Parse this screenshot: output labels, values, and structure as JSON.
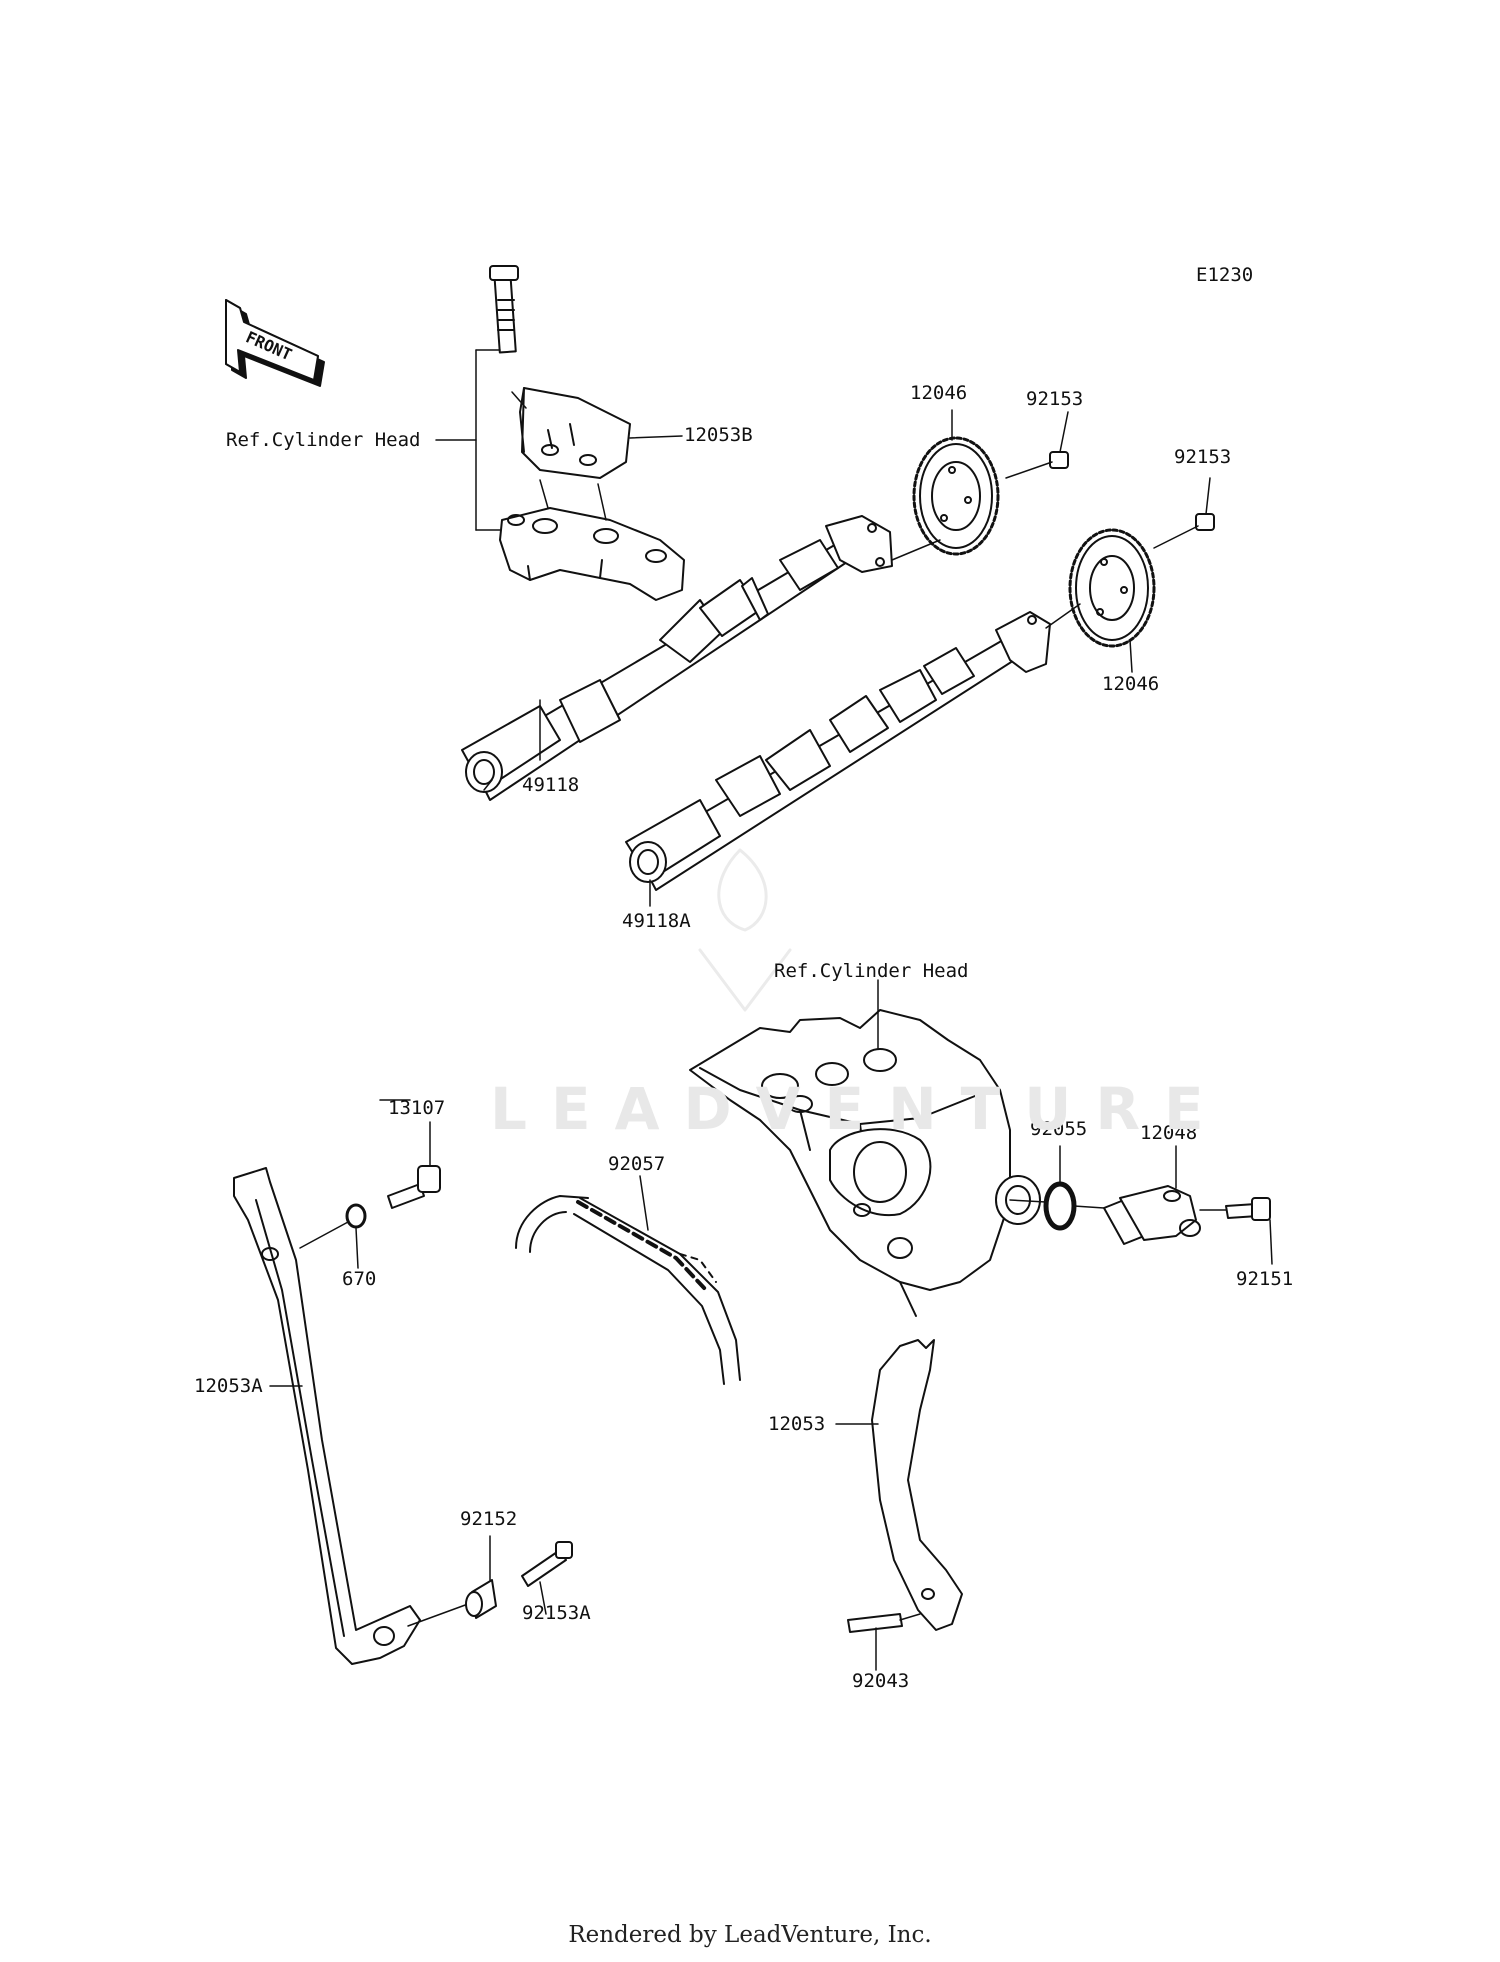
{
  "diagram_code": "E1230",
  "front_label": "FRONT",
  "watermark": "LEADVENTURE",
  "footer": "Rendered by LeadVenture, Inc.",
  "labels": {
    "ref_head_top": "Ref.Cylinder Head",
    "ref_head_mid": "Ref.Cylinder Head",
    "p12053B": "12053B",
    "p12046_top": "12046",
    "p92153_a": "92153",
    "p92153_b": "92153",
    "p12046_bottom": "12046",
    "p49118": "49118",
    "p49118A": "49118A",
    "p13107": "13107",
    "p670": "670",
    "p92057": "92057",
    "p92055": "92055",
    "p12048": "12048",
    "p92151": "92151",
    "p12053A": "12053A",
    "p12053": "12053",
    "p92152": "92152",
    "p92153A": "92153A",
    "p92043": "92043"
  }
}
